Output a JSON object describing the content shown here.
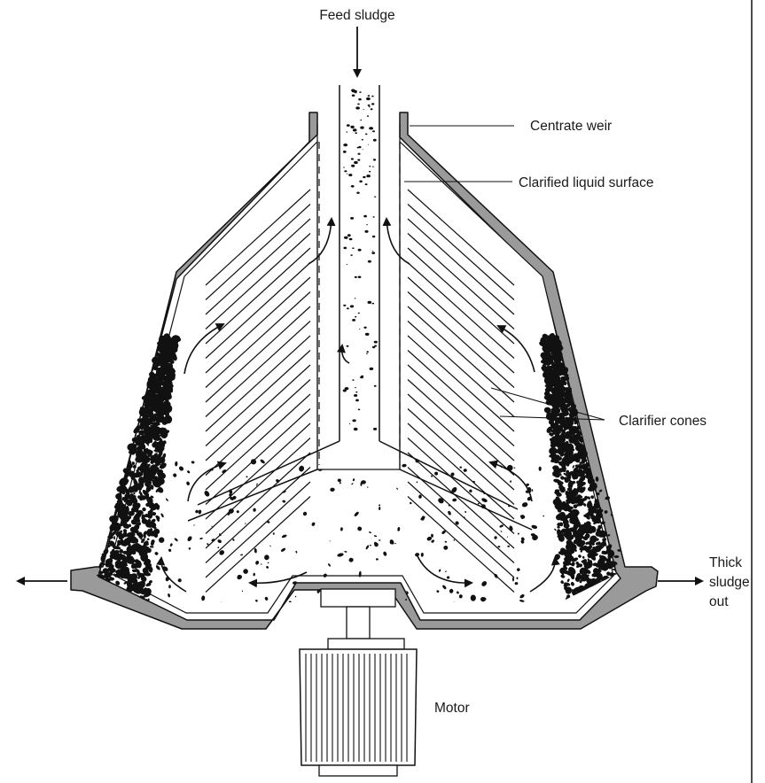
{
  "labels": {
    "feed": "Feed sludge",
    "weir": "Centrate weir",
    "surface": "Clarified liquid surface",
    "cones": "Clarifier cones",
    "thick1": "Thick",
    "thick2": "sludge",
    "thick3": "out",
    "motor": "Motor"
  },
  "colors": {
    "wall_fill": "#9a9a9a",
    "ink": "#111111",
    "paper": "#ffffff"
  }
}
